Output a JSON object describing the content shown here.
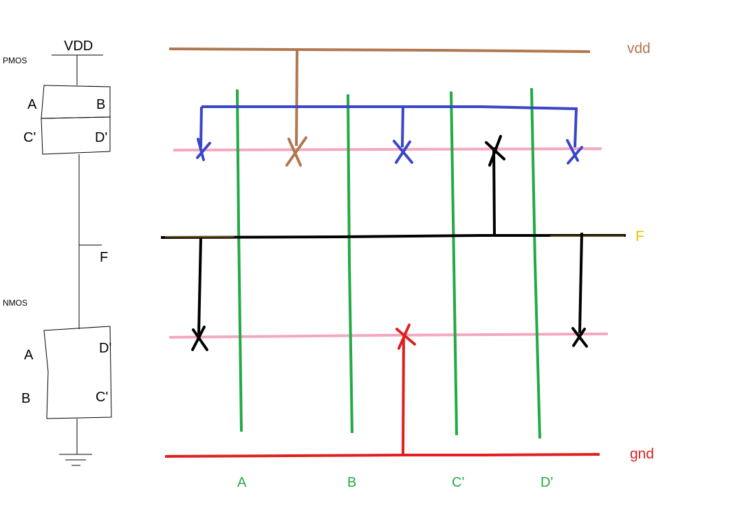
{
  "schematic": {
    "supply_label": "VDD",
    "pmos_label": "PMOS",
    "nmos_label": "NMOS",
    "output_label": "F",
    "pullup_network": {
      "row1": [
        "A",
        "B"
      ],
      "row2": [
        "C'",
        "D'"
      ]
    },
    "pulldown_network": {
      "row1": [
        "A",
        "D'"
      ],
      "row2": [
        "B",
        "C'"
      ]
    }
  },
  "stick_diagram": {
    "rails": {
      "vdd": "vdd",
      "out": "F",
      "gnd": "gnd"
    },
    "inputs": [
      "A",
      "B",
      "C'",
      "D'"
    ]
  },
  "colors": {
    "vdd": "#b07850",
    "gnd": "#e02020",
    "out_label": "#f0c000",
    "poly": "#22aa44",
    "metal": "#3a46c8",
    "diffusion": "#f4a8c0",
    "wire": "#000000"
  }
}
